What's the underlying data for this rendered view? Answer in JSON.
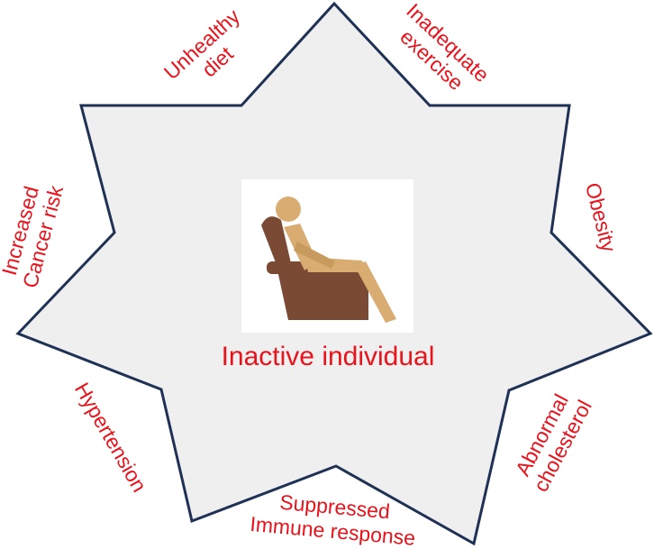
{
  "center": {
    "label": "Inactive individual",
    "icon": "person-in-armchair-icon"
  },
  "risks": {
    "unhealthy_diet": [
      "Unhealthy",
      "diet"
    ],
    "inadequate_exercise": [
      "Inadequate",
      "exercise"
    ],
    "obesity": [
      "Obesity"
    ],
    "abnormal_cholesterol": [
      "Abnormal",
      "cholesterol"
    ],
    "suppressed_immune": [
      "Suppressed",
      "Immune response"
    ],
    "hypertension": [
      "Hypertension"
    ],
    "cancer_risk": [
      "Increased",
      "Cancer risk"
    ]
  },
  "colors": {
    "star_fill": "#efefef",
    "star_stroke": "#1f3155",
    "label_text": "#e8131b",
    "chair": "#7a4a35",
    "person": "#d9ad72"
  }
}
